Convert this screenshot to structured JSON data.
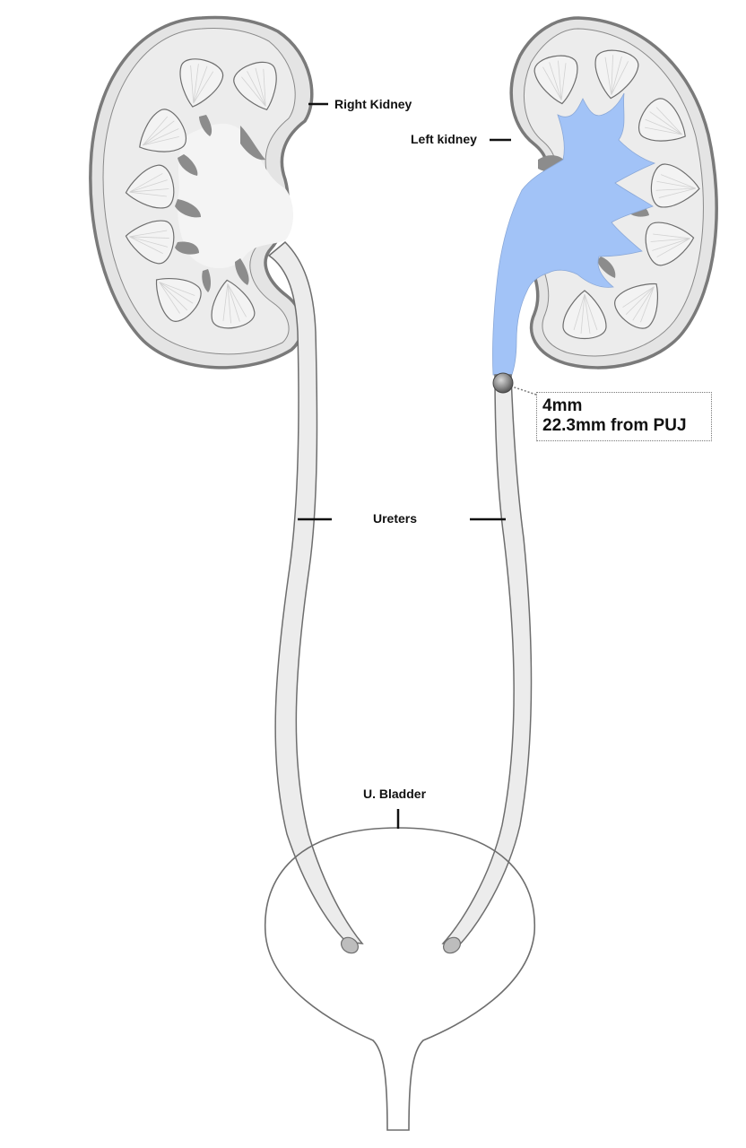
{
  "labels": {
    "right_kidney": "Right Kidney",
    "left_kidney": "Left kidney",
    "ureters": "Ureters",
    "bladder": "U. Bladder"
  },
  "stone": {
    "size": "4mm",
    "distance": "22.3mm from PUJ"
  },
  "colors": {
    "outline": "#6e6e6e",
    "capsule": "#8c8c8c",
    "tissue": "#ececec",
    "pyramid": "#f3f3f3",
    "sinus_fat": "#8a8a8a",
    "hydronephrosis": "#a2c3f7",
    "stone": "#8a8a8a"
  }
}
